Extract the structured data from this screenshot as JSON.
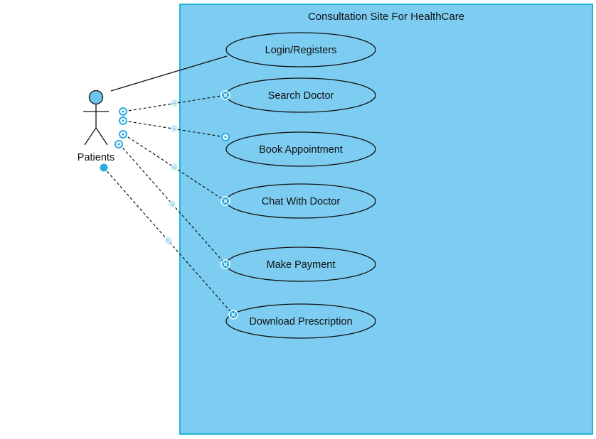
{
  "diagram": {
    "system_boundary": {
      "title": "Consultation Site For HealthCare",
      "fill": "#7dcdf3",
      "border": "#20b7d6"
    },
    "actor": {
      "label": "Patients",
      "head_fill": "#6ec3ea"
    },
    "use_cases": [
      {
        "label": "Login/Registers",
        "association": "solid"
      },
      {
        "label": "Search Doctor",
        "association": "dashed"
      },
      {
        "label": "Book Appointment",
        "association": "dashed"
      },
      {
        "label": "Chat With Doctor",
        "association": "dashed"
      },
      {
        "label": "Make Payment",
        "association": "dashed"
      },
      {
        "label": "Download Prescription",
        "association": "dashed"
      }
    ],
    "handle_color": "#29abe2"
  }
}
